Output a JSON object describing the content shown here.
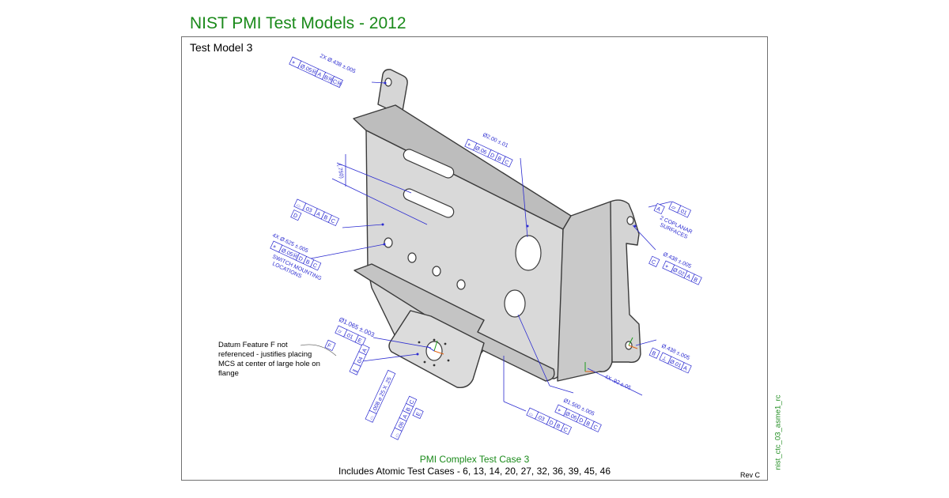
{
  "header": {
    "title": "NIST PMI Test Models - 2012"
  },
  "sheet": {
    "model_name": "Test Model 3",
    "note": "Datum Feature F not referenced - justifies placing MCS at center of large hole on flange",
    "case_title": "PMI Complex Test Case 3",
    "atomic_cases": "Includes Atomic Test Cases - 6, 13, 14, 20, 27, 32, 36, 39, 45, 46",
    "revision": "Rev C",
    "file_id": "nist_ctc_03_asme1_rc"
  },
  "annotations": {
    "a1": "2X Ø.438 ±.005",
    "a1_fcf": [
      "⌖",
      "Ø.05Ⓜ",
      "A",
      "BⓂ",
      "CⓂ"
    ],
    "a2": "Ø2.00 ±.01",
    "a2_fcf": [
      "⌖",
      "Ø.06",
      "D",
      "B",
      "C"
    ],
    "a3": "(.750)",
    "a4_fcf": [
      "⌓",
      ".03",
      "A",
      "B",
      "C"
    ],
    "a4_datum": "D",
    "a5": "4X Ø.625 ±.005",
    "a5_fcf": [
      "⌖",
      "Ø.05Ⓜ",
      "D",
      "B",
      "C"
    ],
    "a5_note1": "SWITCH MOUNTING",
    "a5_note2": "LOCATIONS",
    "a6": "Ø1.065 ±.003",
    "a6_fcf": [
      "⌭",
      ".01",
      "E"
    ],
    "a6_datum": "F",
    "a7_fcf": [
      "∥",
      ".04",
      "A"
    ],
    "a8_fcf": [
      "⌓",
      ".008 ⌀ 25 X .25",
      ""
    ],
    "a9_fcf": [
      "⌓",
      ".06",
      "A",
      "B",
      "C"
    ],
    "a9_datum": "E",
    "a10_fcf": [
      "⏥",
      ".01"
    ],
    "a10_datum": "A",
    "a10_note1": "2 COPLANAR",
    "a10_note2": "SURFACES",
    "a11": "Ø.438 ±.005",
    "a11_fcf": [
      "⌖",
      "Ø.02",
      "A",
      "B"
    ],
    "a11_datum": "C",
    "a12": "Ø.438 ±.005",
    "a12_fcf": [
      "⊥",
      "Ø.01",
      "A"
    ],
    "a12_datum": "B",
    "a13": "4X .92 ±.05",
    "a14": "Ø1.500 ±.005",
    "a14_fcf": [
      "⌖",
      "Ø.06",
      "D",
      "B",
      "C"
    ],
    "a15_fcf": [
      "⌓",
      ".03",
      "D",
      "B",
      "C"
    ]
  }
}
